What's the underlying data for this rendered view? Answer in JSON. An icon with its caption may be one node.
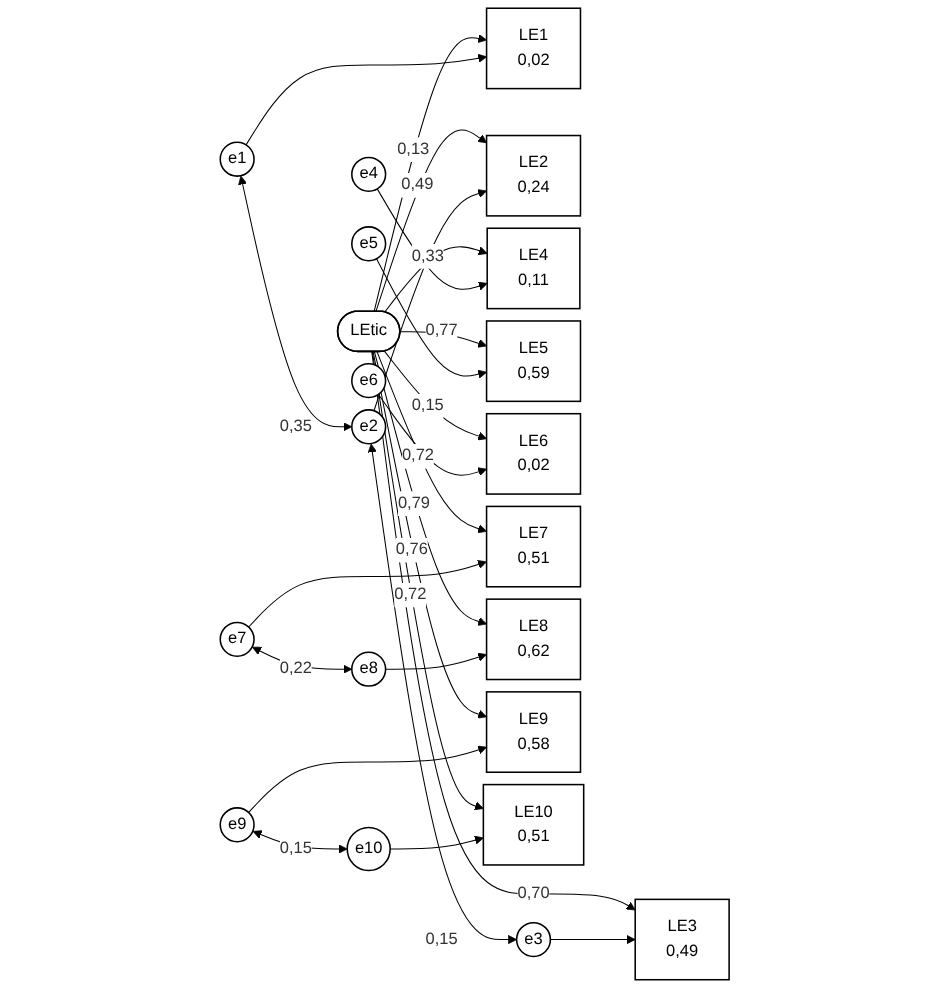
{
  "diagram": {
    "nodes": [
      {
        "text": [
          "LEtic"
        ]
      },
      {
        "text": [
          "LE1",
          "0,02"
        ]
      },
      {
        "text": [
          "LE2",
          "0,24"
        ]
      },
      {
        "text": [
          "LE3",
          "0,49"
        ]
      },
      {
        "text": [
          "LE4",
          "0,11"
        ]
      },
      {
        "text": [
          "LE5",
          "0,59"
        ]
      },
      {
        "text": [
          "LE6",
          "0,02"
        ]
      },
      {
        "text": [
          "LE7",
          "0,51"
        ]
      },
      {
        "text": [
          "LE8",
          "0,62"
        ]
      },
      {
        "text": [
          "LE9",
          "0,58"
        ]
      },
      {
        "text": [
          "LE10",
          "0,51"
        ]
      },
      {
        "text": [
          "e1"
        ]
      },
      {
        "text": [
          "e2"
        ]
      },
      {
        "text": [
          "e3"
        ]
      },
      {
        "text": [
          "e4"
        ]
      },
      {
        "text": [
          "e5"
        ]
      },
      {
        "text": [
          "e6"
        ]
      },
      {
        "text": [
          "e7"
        ]
      },
      {
        "text": [
          "e8"
        ]
      },
      {
        "text": [
          "e9"
        ]
      },
      {
        "text": [
          "e10"
        ]
      }
    ],
    "edges": [
      {
        "from": 0,
        "to": 1,
        "arrow": "to",
        "label": "0,13"
      },
      {
        "from": 0,
        "to": 2,
        "arrow": "to",
        "label": "0,49"
      },
      {
        "from": 0,
        "to": 3,
        "arrow": "to",
        "label": "0,70"
      },
      {
        "from": 0,
        "to": 4,
        "arrow": "to",
        "label": "0,33"
      },
      {
        "from": 0,
        "to": 5,
        "arrow": "to",
        "label": "0,77"
      },
      {
        "from": 0,
        "to": 6,
        "arrow": "to",
        "label": "0,15"
      },
      {
        "from": 0,
        "to": 7,
        "arrow": "to",
        "label": "0,72"
      },
      {
        "from": 0,
        "to": 8,
        "arrow": "to",
        "label": "0,79"
      },
      {
        "from": 0,
        "to": 9,
        "arrow": "to",
        "label": "0,76"
      },
      {
        "from": 0,
        "to": 10,
        "arrow": "to",
        "label": "0,72"
      },
      {
        "from": 11,
        "to": 1,
        "arrow": "to"
      },
      {
        "from": 12,
        "to": 2,
        "arrow": "to"
      },
      {
        "from": 13,
        "to": 3,
        "arrow": "to"
      },
      {
        "from": 14,
        "to": 4,
        "arrow": "to"
      },
      {
        "from": 15,
        "to": 5,
        "arrow": "to"
      },
      {
        "from": 16,
        "to": 6,
        "arrow": "to"
      },
      {
        "from": 17,
        "to": 7,
        "arrow": "to"
      },
      {
        "from": 18,
        "to": 8,
        "arrow": "to"
      },
      {
        "from": 19,
        "to": 9,
        "arrow": "to"
      },
      {
        "from": 20,
        "to": 10,
        "arrow": "to"
      },
      {
        "from": 11,
        "to": 12,
        "arrow": "both",
        "label": "0,35"
      },
      {
        "from": 12,
        "to": 13,
        "arrow": "both",
        "label": "0,15"
      },
      {
        "from": 17,
        "to": 18,
        "arrow": "both",
        "label": "0,22"
      },
      {
        "from": 19,
        "to": 20,
        "arrow": "both",
        "label": "0,15"
      }
    ]
  }
}
